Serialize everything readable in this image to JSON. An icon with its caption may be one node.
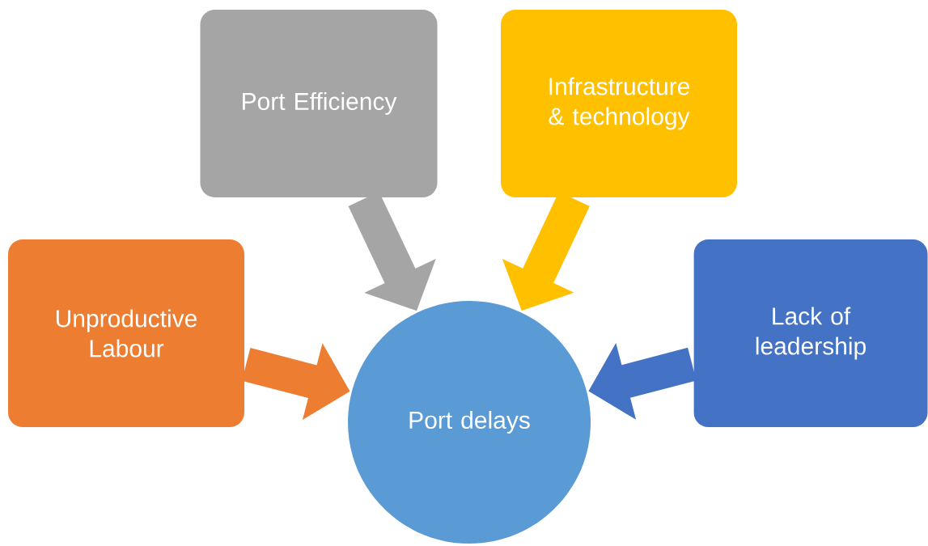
{
  "diagram": {
    "nodes": [
      {
        "text": [
          "Port delays"
        ]
      },
      {
        "text": [
          "Unproductive Labour"
        ]
      },
      {
        "text": [
          "Port Efficiency"
        ]
      },
      {
        "text": [
          "Infrastructure & technology"
        ]
      },
      {
        "text": [
          "Lack of leadership"
        ]
      }
    ],
    "edges": [
      {
        "from": 1,
        "to": 0,
        "arrow": "to",
        "color": "#ed7d31"
      },
      {
        "from": 2,
        "to": 0,
        "arrow": "to",
        "color": "#a5a5a5"
      },
      {
        "from": 3,
        "to": 0,
        "arrow": "to",
        "color": "#ffc000"
      },
      {
        "from": 4,
        "to": 0,
        "arrow": "to",
        "color": "#4472c4"
      }
    ]
  }
}
